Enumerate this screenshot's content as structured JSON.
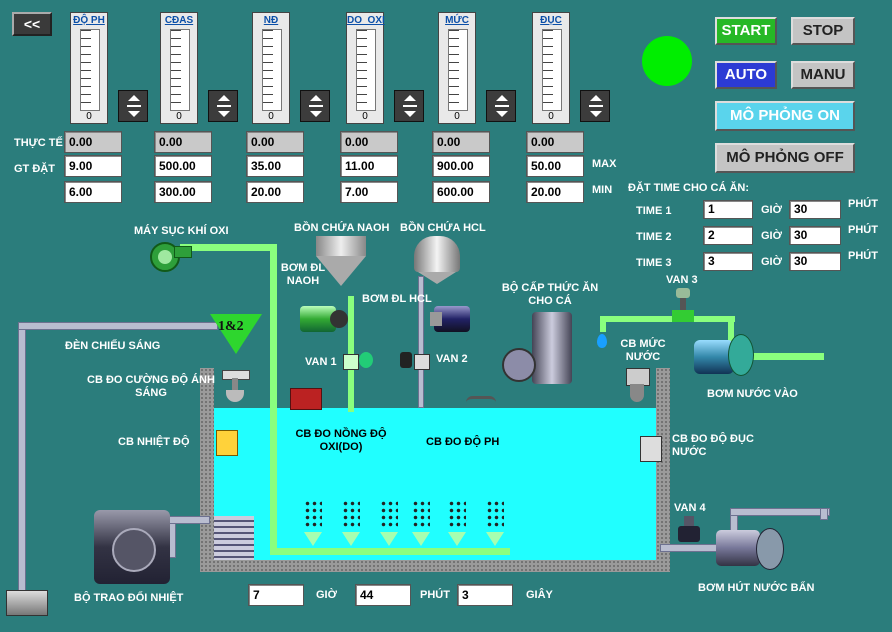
{
  "back_button": "<<",
  "gauges": [
    {
      "title": "ĐỘ PH",
      "zero": "0"
    },
    {
      "title": "CĐAS",
      "zero": "0"
    },
    {
      "title": "NĐ",
      "zero": "0"
    },
    {
      "title": "DO_OXI",
      "zero": "0"
    },
    {
      "title": "MỨC",
      "zero": "0"
    },
    {
      "title": "ĐỤC",
      "zero": "0"
    }
  ],
  "row_labels": {
    "actual": "THỰC TẾ",
    "setpoint": "GT ĐẶT",
    "max": "MAX",
    "min": "MIN"
  },
  "actual_values": [
    "0.00",
    "0.00",
    "0.00",
    "0.00",
    "0.00",
    "0.00"
  ],
  "max_values": [
    "9.00",
    "500.00",
    "35.00",
    "11.00",
    "900.00",
    "50.00"
  ],
  "min_values": [
    "6.00",
    "300.00",
    "20.00",
    "7.00",
    "600.00",
    "20.00"
  ],
  "buttons": {
    "start": "START",
    "stop": "STOP",
    "auto": "AUTO",
    "manu": "MANU",
    "sim_on": "MÔ PHỎNG ON",
    "sim_off": "MÔ PHỎNG OFF"
  },
  "colors": {
    "status_lamp": "#00ee00",
    "water": "#20ffff",
    "background": "#2b7d7c",
    "oxygen_pipe": "#8aff7e"
  },
  "feeding": {
    "heading": "ĐẶT TIME CHO CÁ ĂN:",
    "hour_label": "GIỜ",
    "minute_label": "PHÚT",
    "times": [
      {
        "label": "TIME 1",
        "hour": "1",
        "minute": "30"
      },
      {
        "label": "TIME 2",
        "hour": "2",
        "minute": "30"
      },
      {
        "label": "TIME 3",
        "hour": "3",
        "minute": "30"
      }
    ]
  },
  "equipment": {
    "aerator": "MÁY SỤC KHÍ OXI",
    "light": "ĐÈN CHIẾU SÁNG",
    "light_badge": "1&2",
    "light_sensor": "CB ĐO CƯỜNG ĐỘ ÁNH SÁNG",
    "temp_sensor": "CB NHIỆT ĐỘ",
    "naoh_tank": "BỒN CHỨA NAOH",
    "naoh_pump": "BƠM ĐL NAOH",
    "hcl_tank": "BỒN CHỨA HCL",
    "hcl_pump": "BƠM ĐL HCL",
    "valve1": "VAN 1",
    "valve2": "VAN 2",
    "valve3": "VAN 3",
    "valve4": "VAN 4",
    "do_sensor": "CB ĐO NỒNG ĐỘ OXI(DO)",
    "ph_sensor": "CB ĐO ĐỘ PH",
    "feeder": "BỘ CẤP THỨC ĂN CHO CÁ",
    "level_sensor": "CB MỨC NƯỚC",
    "inlet_pump": "BƠM NƯỚC VÀO",
    "turbidity_sensor": "CB ĐO ĐỘ ĐỤC NƯỚC",
    "outlet_pump": "BƠM HÚT NƯỚC BẨN",
    "heat_exchanger": "BỘ TRAO ĐỔI NHIỆT"
  },
  "clock": {
    "hour": "7",
    "hour_label": "GIỜ",
    "minute": "44",
    "minute_label": "PHÚT",
    "second": "3",
    "second_label": "GIÂY"
  }
}
